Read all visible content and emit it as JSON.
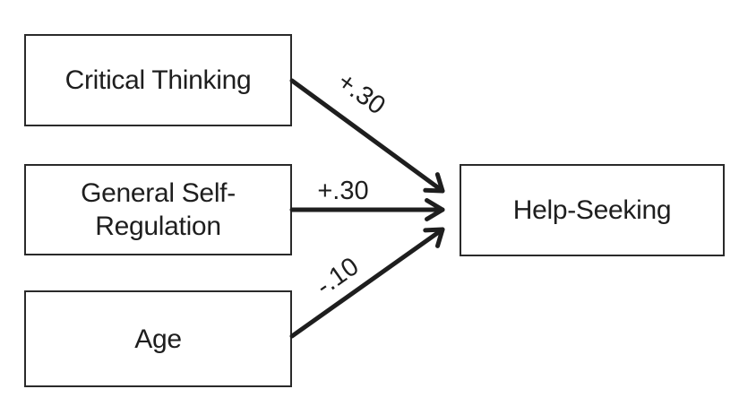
{
  "diagram": {
    "predictors": [
      {
        "id": "critical-thinking",
        "lines": [
          "Critical Thinking"
        ]
      },
      {
        "id": "general-self-regulation",
        "lines": [
          "General Self-",
          "Regulation"
        ]
      },
      {
        "id": "age",
        "lines": [
          "Age"
        ]
      }
    ],
    "outcome": {
      "label": "Help-Seeking"
    },
    "paths": [
      {
        "from": "critical-thinking",
        "to": "help-seeking",
        "coefficient": "+.30"
      },
      {
        "from": "general-self-regulation",
        "to": "help-seeking",
        "coefficient": "+.30"
      },
      {
        "from": "age",
        "to": "help-seeking",
        "coefficient": "-.10"
      }
    ],
    "colors": {
      "stroke": "#1e1e1e",
      "background": "#ffffff"
    }
  }
}
